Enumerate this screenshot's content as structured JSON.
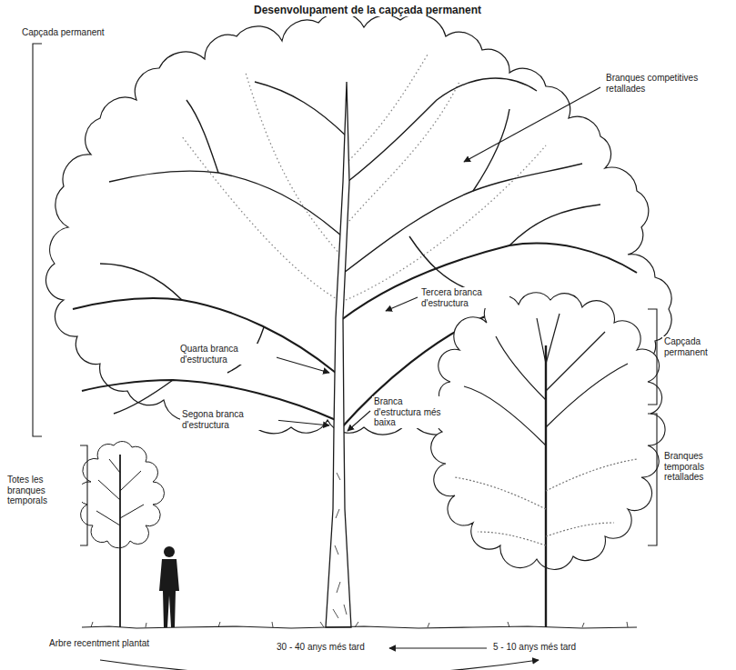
{
  "diagram": {
    "title": "Desenvolupament de la capçada permanent",
    "labels": [
      "Capçada permanent",
      "Branques competitives retallades",
      "Tercera branca d'estructura",
      "Quarta branca d'estructura",
      "Segona branca d'estructura",
      "Branca d'estructura més baixa",
      "Totes les branques temporals",
      "Capçada permanent",
      "Branques temporals retallades",
      "Arbre recentment plantat",
      "30 - 40 anys més tard",
      "5 - 10 anys més tard"
    ]
  }
}
